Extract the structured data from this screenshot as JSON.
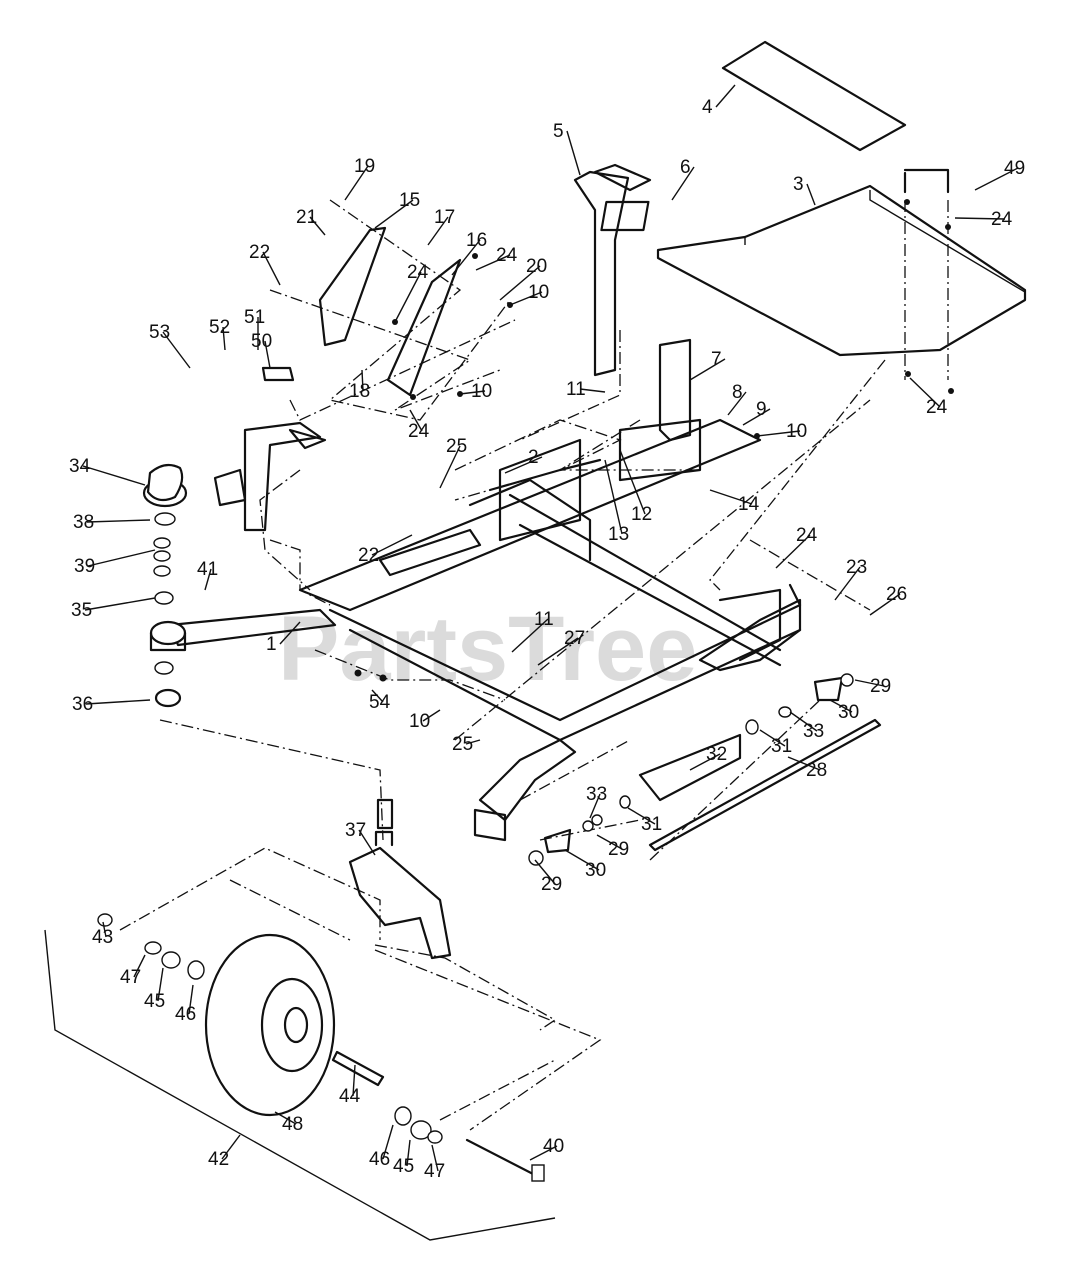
{
  "watermark": "PartsTree",
  "callouts": [
    {
      "id": "c1",
      "label": "1"
    },
    {
      "id": "c2",
      "label": "2"
    },
    {
      "id": "c3",
      "label": "3"
    },
    {
      "id": "c4",
      "label": "4"
    },
    {
      "id": "c5",
      "label": "5"
    },
    {
      "id": "c6",
      "label": "6"
    },
    {
      "id": "c7",
      "label": "7"
    },
    {
      "id": "c8",
      "label": "8"
    },
    {
      "id": "c9",
      "label": "9"
    },
    {
      "id": "c10a",
      "label": "10"
    },
    {
      "id": "c10b",
      "label": "10"
    },
    {
      "id": "c10c",
      "label": "10"
    },
    {
      "id": "c10d",
      "label": "10"
    },
    {
      "id": "c11a",
      "label": "11"
    },
    {
      "id": "c11b",
      "label": "11"
    },
    {
      "id": "c12",
      "label": "12"
    },
    {
      "id": "c13",
      "label": "13"
    },
    {
      "id": "c14",
      "label": "14"
    },
    {
      "id": "c15",
      "label": "15"
    },
    {
      "id": "c16",
      "label": "16"
    },
    {
      "id": "c17",
      "label": "17"
    },
    {
      "id": "c18",
      "label": "18"
    },
    {
      "id": "c19",
      "label": "19"
    },
    {
      "id": "c20",
      "label": "20"
    },
    {
      "id": "c21",
      "label": "21"
    },
    {
      "id": "c22a",
      "label": "22"
    },
    {
      "id": "c22b",
      "label": "22"
    },
    {
      "id": "c23",
      "label": "23"
    },
    {
      "id": "c24a",
      "label": "24"
    },
    {
      "id": "c24b",
      "label": "24"
    },
    {
      "id": "c24c",
      "label": "24"
    },
    {
      "id": "c24d",
      "label": "24"
    },
    {
      "id": "c24e",
      "label": "24"
    },
    {
      "id": "c24f",
      "label": "24"
    },
    {
      "id": "c25a",
      "label": "25"
    },
    {
      "id": "c25b",
      "label": "25"
    },
    {
      "id": "c26",
      "label": "26"
    },
    {
      "id": "c27",
      "label": "27"
    },
    {
      "id": "c28",
      "label": "28"
    },
    {
      "id": "c29a",
      "label": "29"
    },
    {
      "id": "c29b",
      "label": "29"
    },
    {
      "id": "c29c",
      "label": "29"
    },
    {
      "id": "c30a",
      "label": "30"
    },
    {
      "id": "c30b",
      "label": "30"
    },
    {
      "id": "c31a",
      "label": "31"
    },
    {
      "id": "c31b",
      "label": "31"
    },
    {
      "id": "c32",
      "label": "32"
    },
    {
      "id": "c33a",
      "label": "33"
    },
    {
      "id": "c33b",
      "label": "33"
    },
    {
      "id": "c34",
      "label": "34"
    },
    {
      "id": "c35",
      "label": "35"
    },
    {
      "id": "c36",
      "label": "36"
    },
    {
      "id": "c37",
      "label": "37"
    },
    {
      "id": "c38",
      "label": "38"
    },
    {
      "id": "c39",
      "label": "39"
    },
    {
      "id": "c40",
      "label": "40"
    },
    {
      "id": "c41",
      "label": "41"
    },
    {
      "id": "c42",
      "label": "42"
    },
    {
      "id": "c43",
      "label": "43"
    },
    {
      "id": "c44",
      "label": "44"
    },
    {
      "id": "c45a",
      "label": "45"
    },
    {
      "id": "c45b",
      "label": "45"
    },
    {
      "id": "c46a",
      "label": "46"
    },
    {
      "id": "c46b",
      "label": "46"
    },
    {
      "id": "c47a",
      "label": "47"
    },
    {
      "id": "c47b",
      "label": "47"
    },
    {
      "id": "c48",
      "label": "48"
    },
    {
      "id": "c49",
      "label": "49"
    },
    {
      "id": "c50",
      "label": "50"
    },
    {
      "id": "c51",
      "label": "51"
    },
    {
      "id": "c52",
      "label": "52"
    },
    {
      "id": "c53",
      "label": "53"
    },
    {
      "id": "c54",
      "label": "54"
    }
  ]
}
